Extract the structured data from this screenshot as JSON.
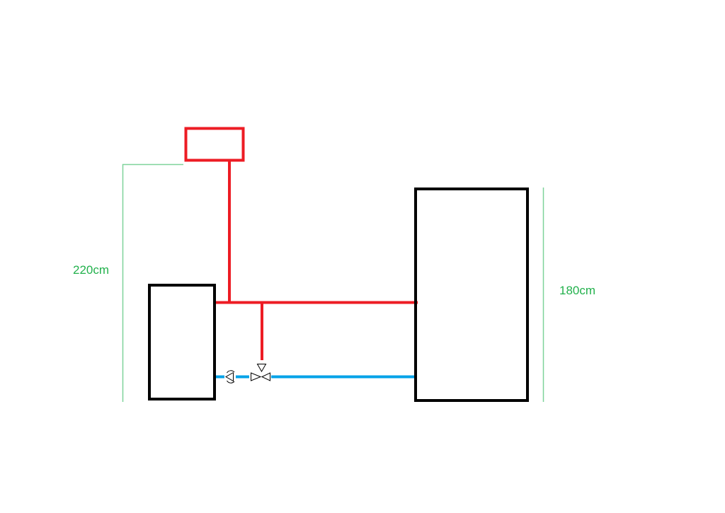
{
  "diagram": {
    "type": "heating schematic",
    "colors": {
      "supply_pipe": "#ed1c24",
      "return_pipe": "#00a2e8",
      "equipment_outline": "#000000",
      "dimension": "#22b14c",
      "dimension_line": "#7fd39a"
    },
    "components": [
      {
        "id": "expansion-tank",
        "label": "",
        "shape": "rectangle",
        "stroke": "#ed1c24"
      },
      {
        "id": "boiler",
        "label": "",
        "shape": "rectangle",
        "stroke": "#000000"
      },
      {
        "id": "storage-tank",
        "label": "",
        "shape": "rectangle",
        "stroke": "#000000"
      },
      {
        "id": "pump",
        "label": "",
        "symbol": "pump"
      },
      {
        "id": "three-way-valve",
        "label": "",
        "symbol": "3-way-valve"
      }
    ],
    "dimensions": {
      "left_height": "220cm",
      "right_height": "180cm"
    }
  }
}
